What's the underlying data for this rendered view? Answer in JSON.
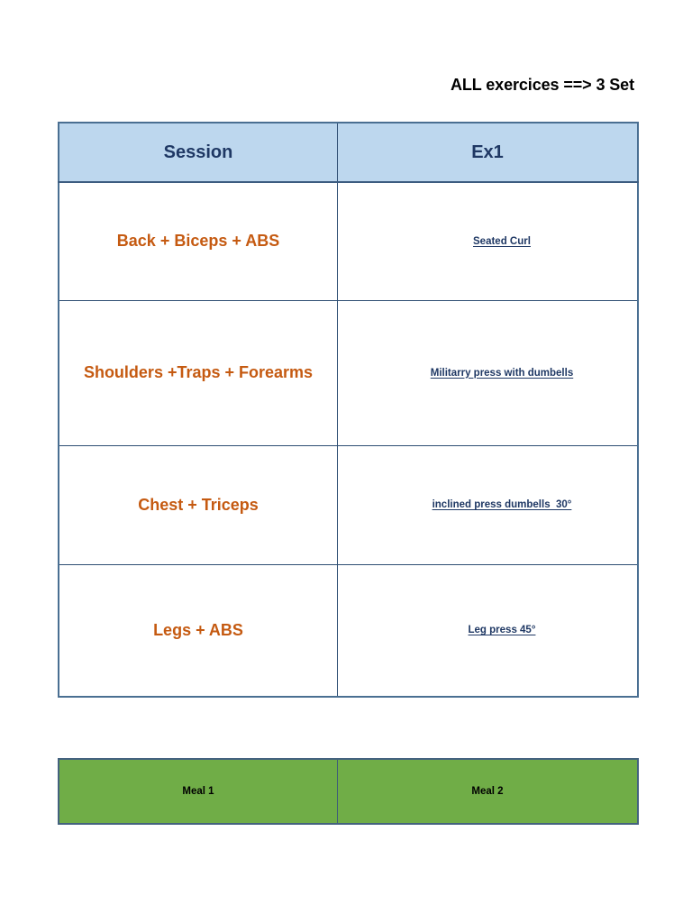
{
  "document": {
    "top_note": "ALL exercices ==> 3 Set"
  },
  "workout_table": {
    "headers": {
      "session": "Session",
      "ex1": "Ex1"
    },
    "rows": [
      {
        "session": "Back + Biceps + ABS",
        "ex1": "Seated Curl"
      },
      {
        "session": "Shoulders +Traps + Forearms",
        "ex1": "Militarry press with dumbells"
      },
      {
        "session": "Chest + Triceps",
        "ex1": "inclined press dumbells  30°"
      },
      {
        "session": "Legs + ABS",
        "ex1": "Leg press 45°"
      }
    ]
  },
  "meal_table": {
    "cells": [
      {
        "label": "Meal 1"
      },
      {
        "label": "Meal 2"
      }
    ]
  },
  "colors": {
    "header_fill": "#bdd7ee",
    "header_text": "#1f3864",
    "session_text": "#c55a11",
    "exercise_text": "#1f3864",
    "meal_fill": "#70ad47",
    "meal_text": "#000000",
    "table_border": "#2e4e73",
    "page_background": "#ffffff"
  }
}
